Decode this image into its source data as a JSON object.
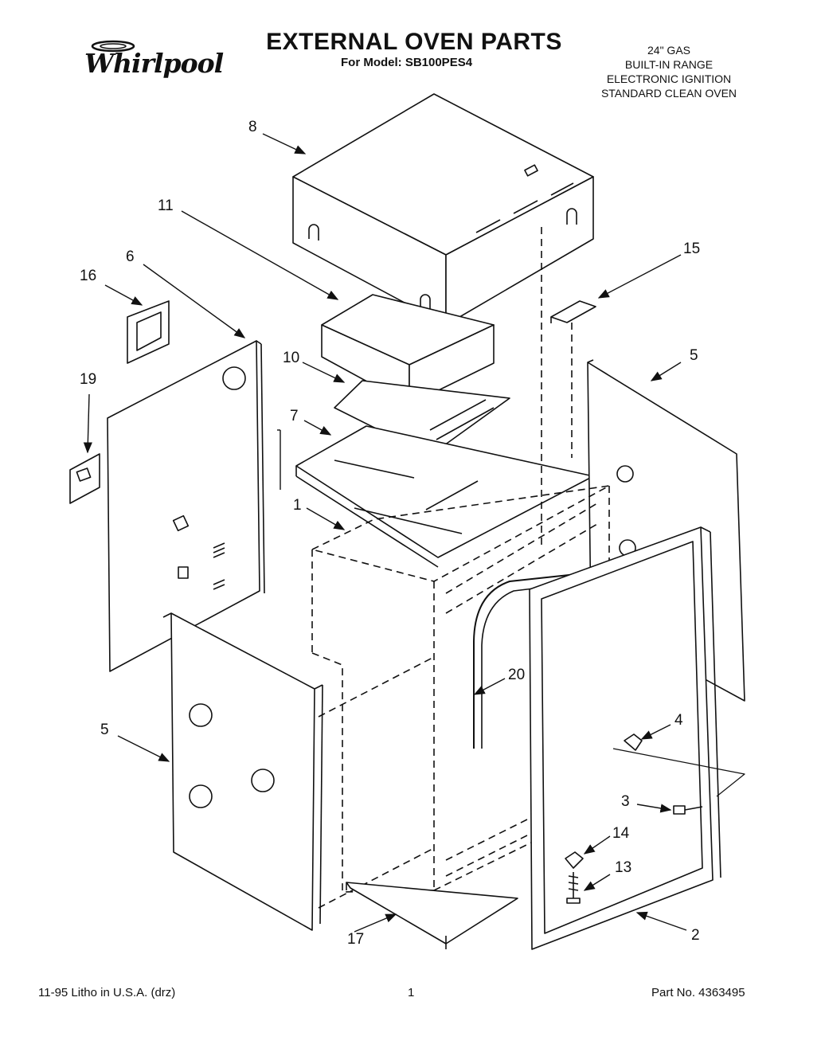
{
  "brand": {
    "name": "Whirlpool"
  },
  "header": {
    "title": "EXTERNAL OVEN PARTS",
    "model_label": "For Model: SB100PES4"
  },
  "spec": {
    "lines": [
      "24\" GAS",
      "BUILT-IN RANGE",
      "ELECTRONIC IGNITION",
      "STANDARD CLEAN OVEN"
    ]
  },
  "callouts": {
    "c8": "8",
    "c11": "11",
    "c6": "6",
    "c16": "16",
    "c15": "15",
    "c10": "10",
    "c5a": "5",
    "c19": "19",
    "c7": "7",
    "c1": "1",
    "c20": "20",
    "c4": "4",
    "c5b": "5",
    "c3": "3",
    "c14": "14",
    "c13": "13",
    "c17": "17",
    "c2": "2"
  },
  "footer": {
    "left": "11-95  Litho in U.S.A. (drz)",
    "page": "1",
    "part_no": "Part No. 4363495"
  }
}
